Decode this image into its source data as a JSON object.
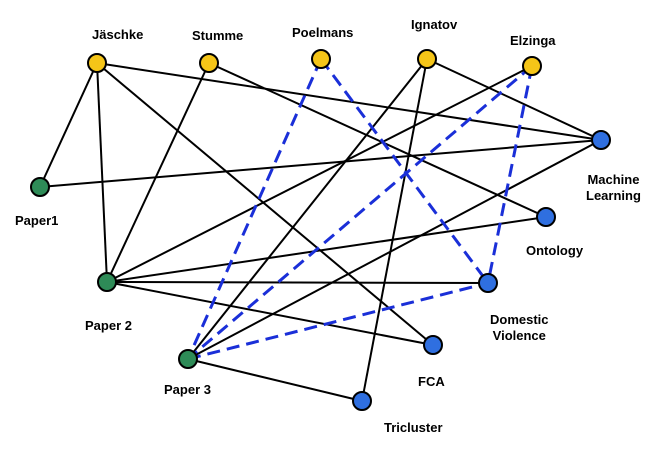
{
  "colors": {
    "author": "#f5c518",
    "paper": "#2e8b57",
    "topic": "#2f6fe0",
    "outline": "#000000",
    "solid_edge": "#000000",
    "dashed_edge": "#1a2fd8"
  },
  "nodes": {
    "jaschke": {
      "label": "Jäschke",
      "group": "author"
    },
    "stumme": {
      "label": "Stumme",
      "group": "author"
    },
    "poelmans": {
      "label": "Poelmans",
      "group": "author"
    },
    "ignatov": {
      "label": "Ignatov",
      "group": "author"
    },
    "elzinga": {
      "label": "Elzinga",
      "group": "author"
    },
    "paper1": {
      "label": "Paper1",
      "group": "paper"
    },
    "paper2": {
      "label": "Paper 2",
      "group": "paper"
    },
    "paper3": {
      "label": "Paper 3",
      "group": "paper"
    },
    "ml": {
      "label_line1": "Machine",
      "label_line2": "Learning",
      "group": "topic"
    },
    "ontology": {
      "label": "Ontology",
      "group": "topic"
    },
    "dv": {
      "label_line1": "Domestic",
      "label_line2": "Violence",
      "group": "topic"
    },
    "fca": {
      "label": "FCA",
      "group": "topic"
    },
    "tricluster": {
      "label": "Tricluster",
      "group": "topic"
    }
  },
  "edges": [
    {
      "from": "jaschke",
      "to": "paper1",
      "style": "solid"
    },
    {
      "from": "jaschke",
      "to": "paper2",
      "style": "solid"
    },
    {
      "from": "jaschke",
      "to": "ml",
      "style": "solid"
    },
    {
      "from": "jaschke",
      "to": "fca",
      "style": "solid"
    },
    {
      "from": "stumme",
      "to": "paper2",
      "style": "solid"
    },
    {
      "from": "stumme",
      "to": "ontology",
      "style": "solid"
    },
    {
      "from": "ignatov",
      "to": "paper3",
      "style": "solid"
    },
    {
      "from": "ignatov",
      "to": "ml",
      "style": "solid"
    },
    {
      "from": "ignatov",
      "to": "tricluster",
      "style": "solid"
    },
    {
      "from": "elzinga",
      "to": "paper2",
      "style": "solid"
    },
    {
      "from": "paper1",
      "to": "ml",
      "style": "solid"
    },
    {
      "from": "paper2",
      "to": "ontology",
      "style": "solid"
    },
    {
      "from": "paper2",
      "to": "dv",
      "style": "solid"
    },
    {
      "from": "paper2",
      "to": "fca",
      "style": "solid"
    },
    {
      "from": "paper3",
      "to": "ml",
      "style": "solid"
    },
    {
      "from": "paper3",
      "to": "tricluster",
      "style": "solid"
    },
    {
      "from": "poelmans",
      "to": "paper3",
      "style": "dashed"
    },
    {
      "from": "poelmans",
      "to": "dv",
      "style": "dashed"
    },
    {
      "from": "elzinga",
      "to": "paper3",
      "style": "dashed"
    },
    {
      "from": "elzinga",
      "to": "dv",
      "style": "dashed"
    },
    {
      "from": "paper3",
      "to": "dv",
      "style": "dashed"
    }
  ]
}
